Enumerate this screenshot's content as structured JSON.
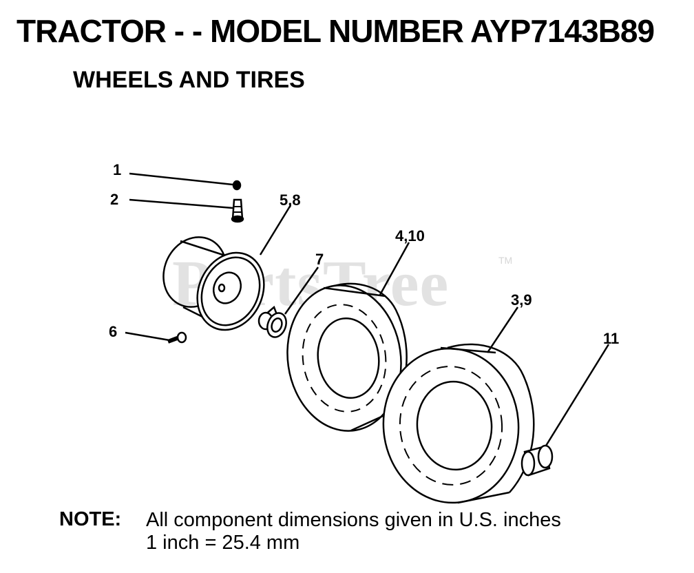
{
  "header": {
    "title": "TRACTOR - - MODEL NUMBER AYP7143B89",
    "subtitle": "WHEELS AND TIRES"
  },
  "watermark": {
    "text": "PartsTree",
    "trademark": "TM"
  },
  "callouts": {
    "c1": "1",
    "c2": "2",
    "c58": "5,8",
    "c7": "7",
    "c410": "4,10",
    "c39": "3,9",
    "c6": "6",
    "c11": "11"
  },
  "note": {
    "label": "NOTE:",
    "line1": "All component dimensions given in U.S. inches",
    "line2": "1 inch = 25.4 mm"
  }
}
